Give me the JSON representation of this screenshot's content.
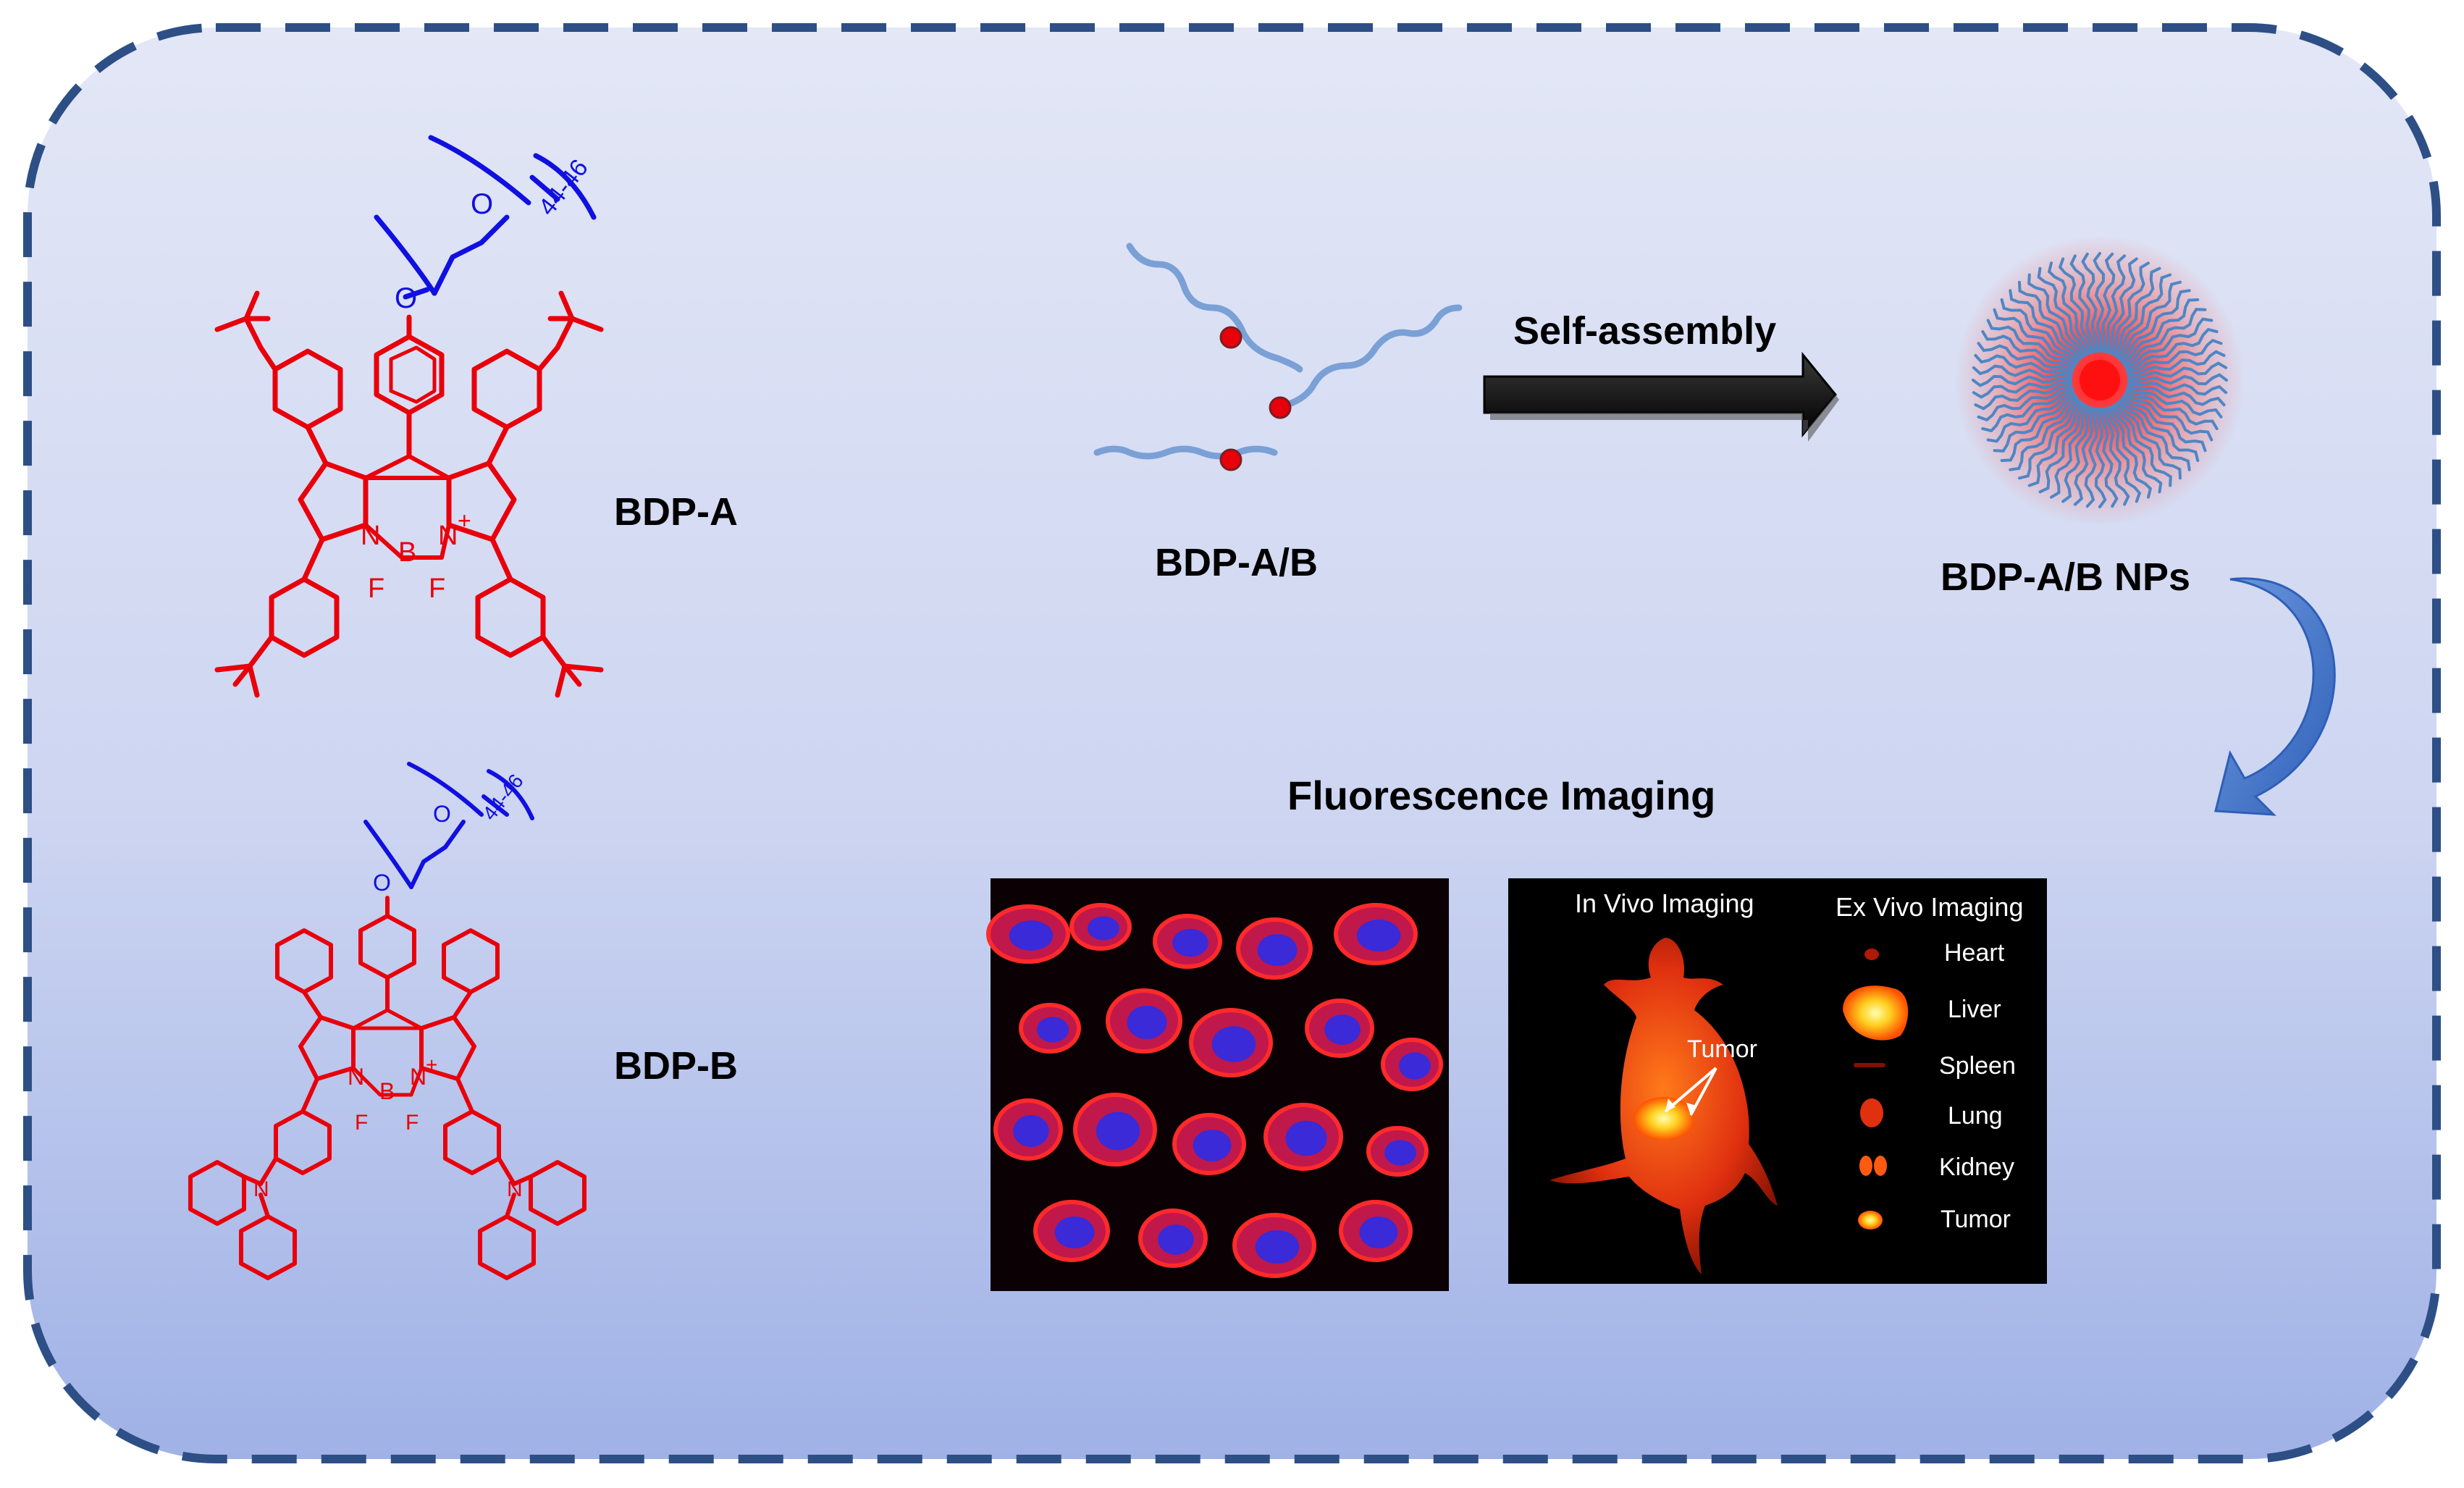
{
  "molecules": {
    "a": {
      "name": "BDP-A",
      "peg_repeat": "44-46",
      "atoms": {
        "o": "O",
        "n": "N",
        "b": "B",
        "f": "F",
        "plus": "+"
      }
    },
    "b": {
      "name": "BDP-B",
      "peg_repeat": "44-46",
      "atoms": {
        "o": "O",
        "n": "N",
        "b": "B",
        "f": "F",
        "plus": "+"
      }
    }
  },
  "process": {
    "monomer_label": "BDP-A/B",
    "step_label": "Self-assembly",
    "nanoparticle_label": "BDP-A/B NPs"
  },
  "imaging": {
    "title": "Fluorescence Imaging",
    "in_vivo_title": "In Vivo Imaging",
    "ex_vivo_title": "Ex Vivo Imaging",
    "tumor_callout": "Tumor",
    "organs": [
      "Heart",
      "Liver",
      "Spleen",
      "Lung",
      "Kidney",
      "Tumor"
    ]
  },
  "colors": {
    "frame": "#2d4f86",
    "background_top": "#e3e7f6",
    "background_bottom": "#9fb1e6",
    "dye_core": "#e8000b",
    "peg_chain": "#1010e0",
    "micelle_chain": "#4f86c4"
  }
}
